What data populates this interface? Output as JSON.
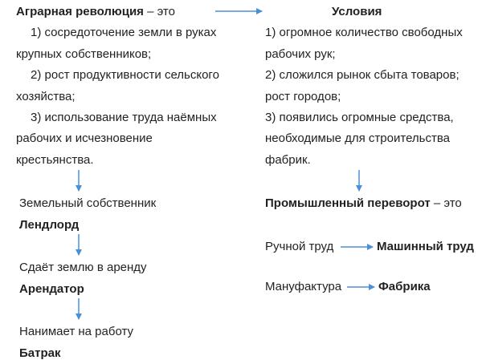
{
  "left": {
    "heading": {
      "term": "Аграрная революция",
      "suffix": " – это"
    },
    "lines": [
      "1) сосредоточение земли в руках",
      "крупных собственников;",
      "2) рост продуктивности сельского",
      "хозяйства;",
      "3) использование труда наёмных",
      "рабочих и исчезновение",
      "крестьянства."
    ],
    "chain": {
      "owner_caption": "Земельный собственник",
      "owner": "Лендлорд",
      "rent_caption": "Сдаёт землю в аренду",
      "tenant": "Арендатор",
      "hire_caption": "Нанимает на работу",
      "worker": "Батрак"
    }
  },
  "right": {
    "heading": "Условия",
    "lines": [
      "1) огромное количество свободных",
      "рабочих рук;",
      "2) сложился рынок сбыта товаров;",
      "рост городов;",
      "3) появились огромные средства,",
      "необходимые для строительства",
      "фабрик."
    ],
    "revolution": {
      "term": "Промышленный переворот",
      "suffix": " – это"
    },
    "transitions": [
      {
        "from": "Ручной труд",
        "to": "Машинный труд"
      },
      {
        "from": "Мануфактура",
        "to": "Фабрика"
      }
    ]
  },
  "colors": {
    "arrow": "#4a90d9",
    "text": "#222222"
  }
}
